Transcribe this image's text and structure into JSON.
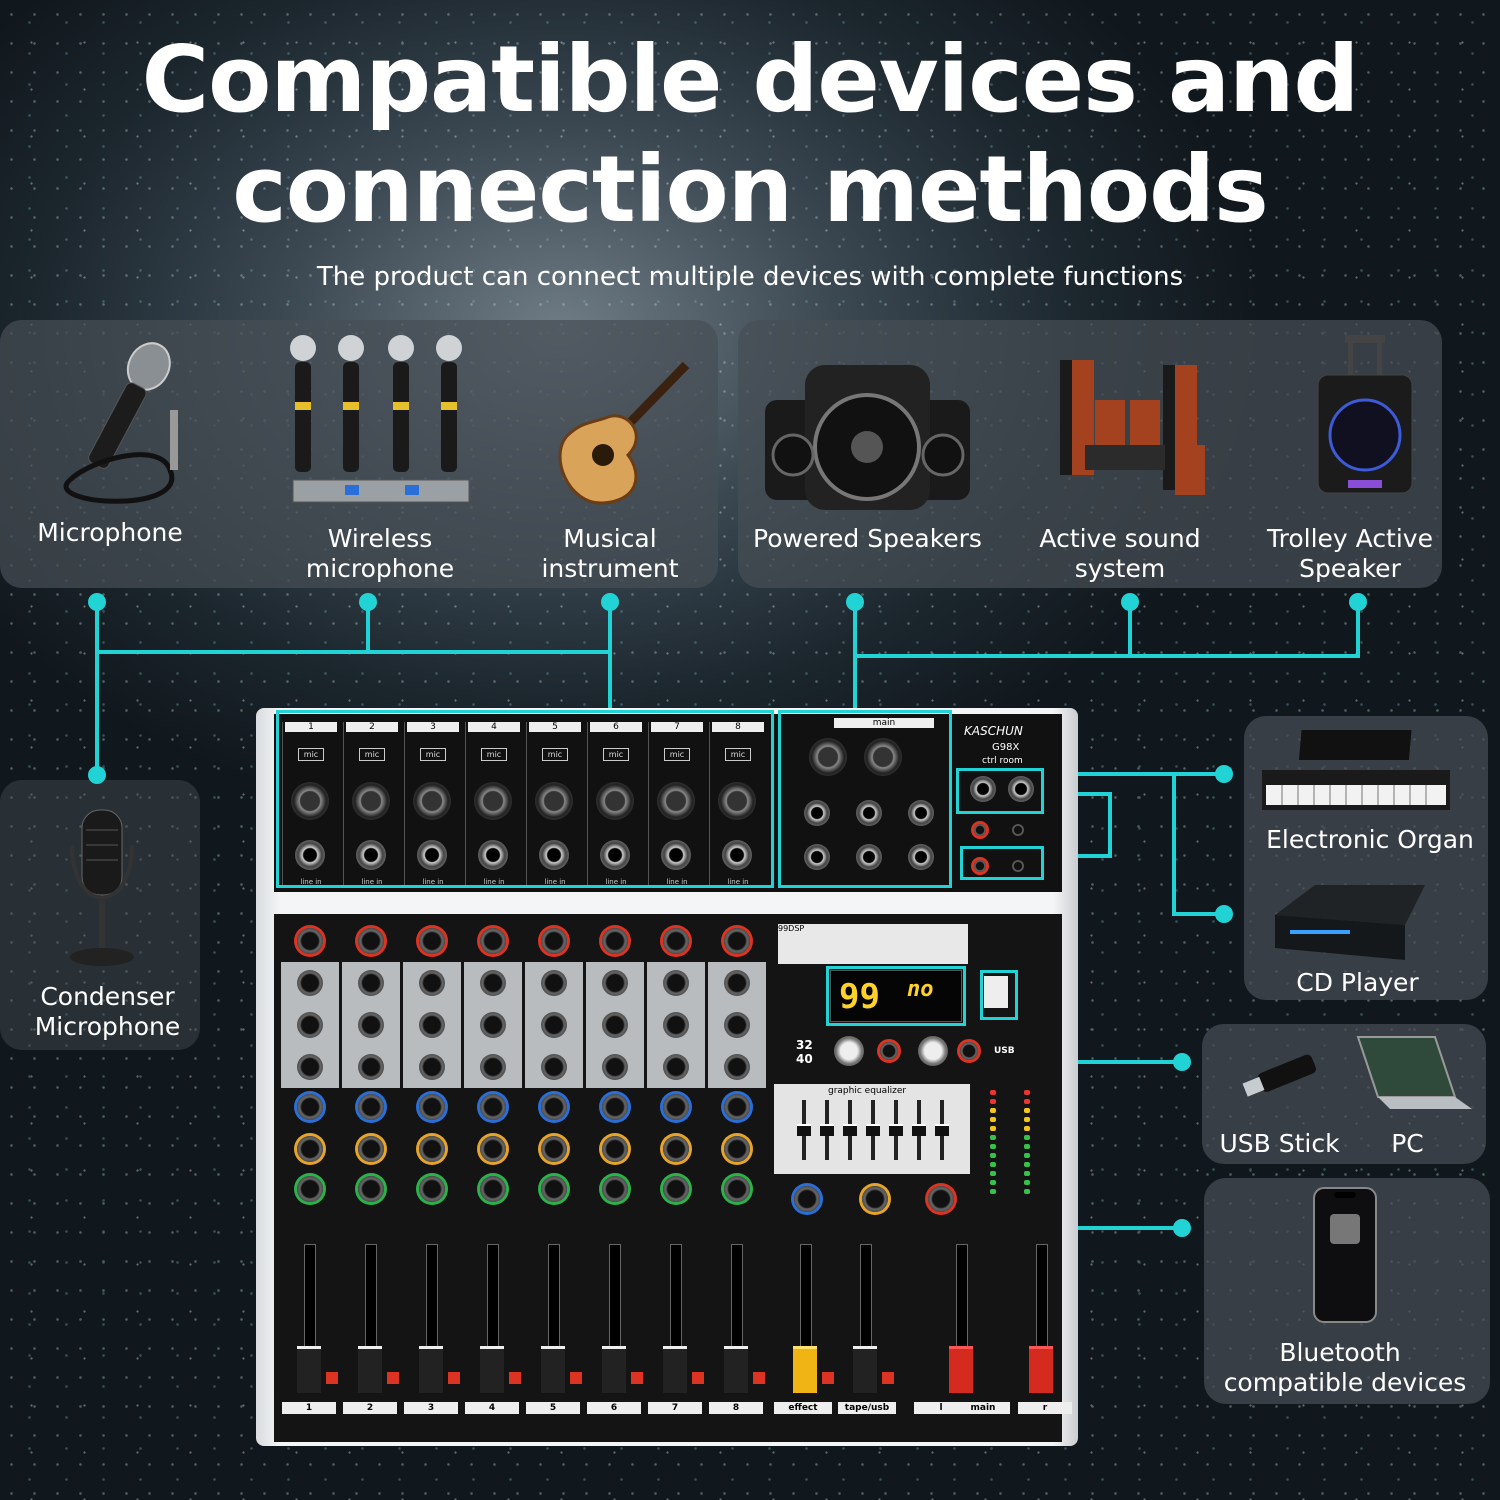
{
  "header": {
    "title_line1": "Compatible devices and",
    "title_line2": "connection methods",
    "subtitle": "The product can connect multiple devices with complete functions"
  },
  "inputs": {
    "microphone": "Microphone",
    "wireless_line1": "Wireless",
    "wireless_line2": "microphone",
    "instrument_line1": "Musical",
    "instrument_line2": "instrument",
    "condenser_line1": "Condenser",
    "condenser_line2": "Microphone"
  },
  "outputs": {
    "powered_speakers": "Powered Speakers",
    "active_line1": "Active sound",
    "active_line2": "system",
    "trolley_line1": "Trolley Active",
    "trolley_line2": "Speaker",
    "organ": "Electronic Organ",
    "cd": "CD Player",
    "usb": "USB Stick",
    "pc": "PC",
    "bt_line1": "Bluetooth",
    "bt_line2": "compatible devices"
  },
  "mixer": {
    "brand": "KASCHUN",
    "model": "G98X",
    "ctrl_room": "ctrl room",
    "main": "main",
    "mic": "mic",
    "line_in": "line in",
    "channels": [
      "1",
      "2",
      "3",
      "4",
      "5",
      "6",
      "7",
      "8"
    ],
    "display_left": "99",
    "display_right": "no",
    "graphic_eq": "graphic equalizer",
    "bottom_labels": [
      "effect",
      "tape/usb",
      "l",
      "main",
      "r"
    ],
    "usb_text": "USB",
    "dsp_text": "99DSP",
    "bits": "32",
    "bits2": "40"
  },
  "colors": {
    "accent": "#22d3d6",
    "panel": "#464e54"
  }
}
